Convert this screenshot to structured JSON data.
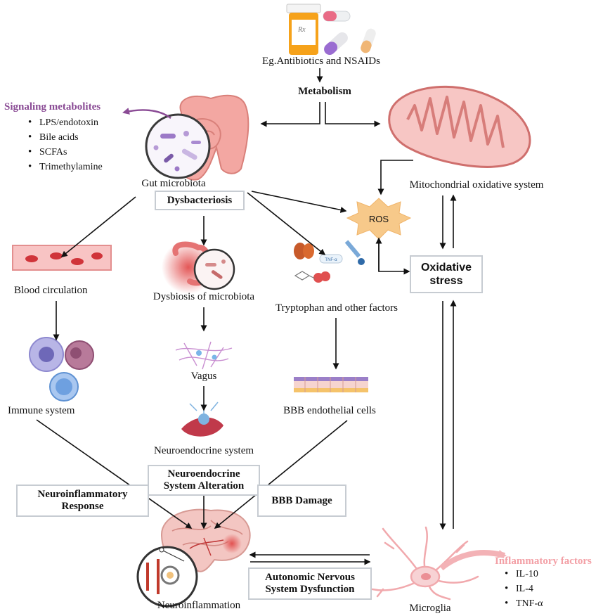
{
  "drug_label": "Eg.Antibiotics and NSAIDs",
  "metabolism_label": "Metabolism",
  "signaling": {
    "title": "Signaling metabolites",
    "items": [
      "LPS/endotoxin",
      "Bile acids",
      "SCFAs",
      "Trimethylamine"
    ]
  },
  "gut_label": "Gut microbiota",
  "dysbacteriosis_label": "Dysbacteriosis",
  "mito_label": "Mitochondrial oxidative system",
  "ros_label": "ROS",
  "oxidative_stress_label": "Oxidative\nstress",
  "blood_label": "Blood circulation",
  "dysbiosis_label": "Dysbiosis of microbiota",
  "tryptophan_label": "Tryptophan and other factors",
  "immune_label": "Immune system",
  "vagus_label": "Vagus",
  "bbb_cells_label": "BBB endothelial cells",
  "neuroendocrine_system_label": "Neuroendocrine system",
  "neuroendocrine_alteration_label": "Neuroendocrine\nSystem Alteration",
  "neuroinflammatory_response_label": "Neuroinflammatory\nResponse",
  "bbb_damage_label": "BBB Damage",
  "autonomic_label": "Autonomic Nervous\nSystem Dysfunction",
  "neuroinflammation_label": "Neuroinflammation",
  "microglia_label": "Microglia",
  "inflammatory": {
    "title": "Inflammatory factors",
    "items": [
      "IL-10",
      "IL-4",
      "TNF-α"
    ]
  },
  "tnf_tag": "TNF-α",
  "colors": {
    "purple": "#8a4b95",
    "pink": "#f3a0a6",
    "ros_fill": "#f7c98a",
    "box_border": "#c7ccd2"
  }
}
